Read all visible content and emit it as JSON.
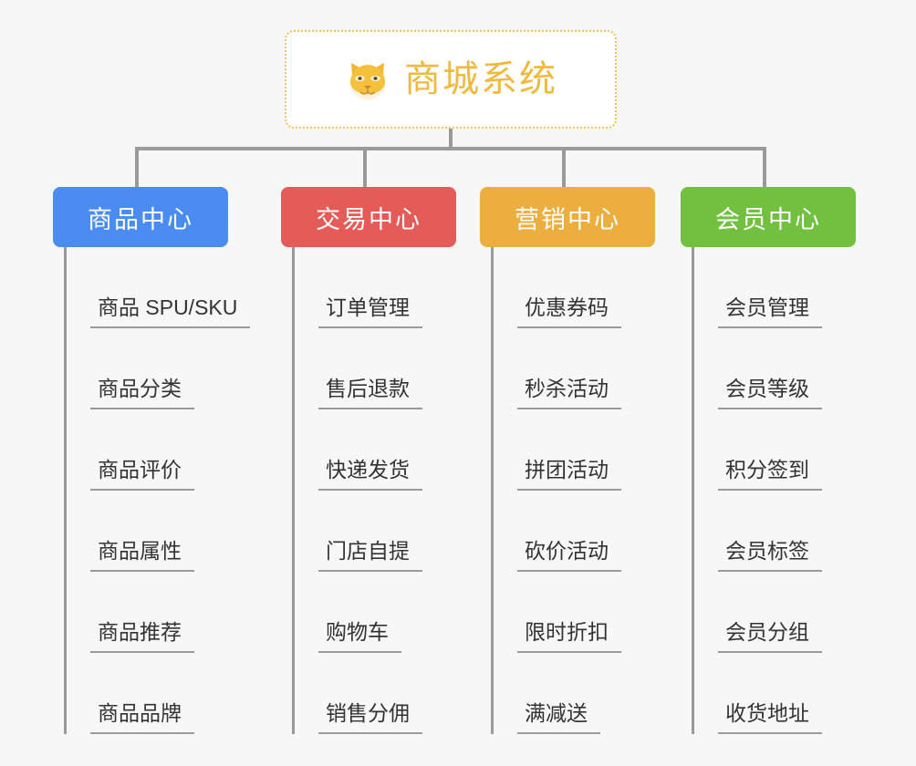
{
  "page": {
    "background_color": "#f7f7f7",
    "line_color": "#9a9a9a"
  },
  "root": {
    "title": "商城系统",
    "icon": "shiba-dog-face-emoji",
    "emoji": "🐕",
    "text_color": "#f0b93f",
    "border_color": "#f0c05a",
    "background_color": "#ffffff"
  },
  "categories": [
    {
      "label": "商品中心",
      "color": "#4a8cf0",
      "items": [
        "商品 SPU/SKU",
        "商品分类",
        "商品评价",
        "商品属性",
        "商品推荐",
        "商品品牌"
      ]
    },
    {
      "label": "交易中心",
      "color": "#e45b58",
      "items": [
        "订单管理",
        "售后退款",
        "快递发货",
        "门店自提",
        "购物车",
        "销售分佣"
      ]
    },
    {
      "label": "营销中心",
      "color": "#edae40",
      "items": [
        "优惠券码",
        "秒杀活动",
        "拼团活动",
        "砍价活动",
        "限时折扣",
        "满减送"
      ]
    },
    {
      "label": "会员中心",
      "color": "#72c03f",
      "items": [
        "会员管理",
        "会员等级",
        "积分签到",
        "会员标签",
        "会员分组",
        "收货地址"
      ]
    }
  ]
}
